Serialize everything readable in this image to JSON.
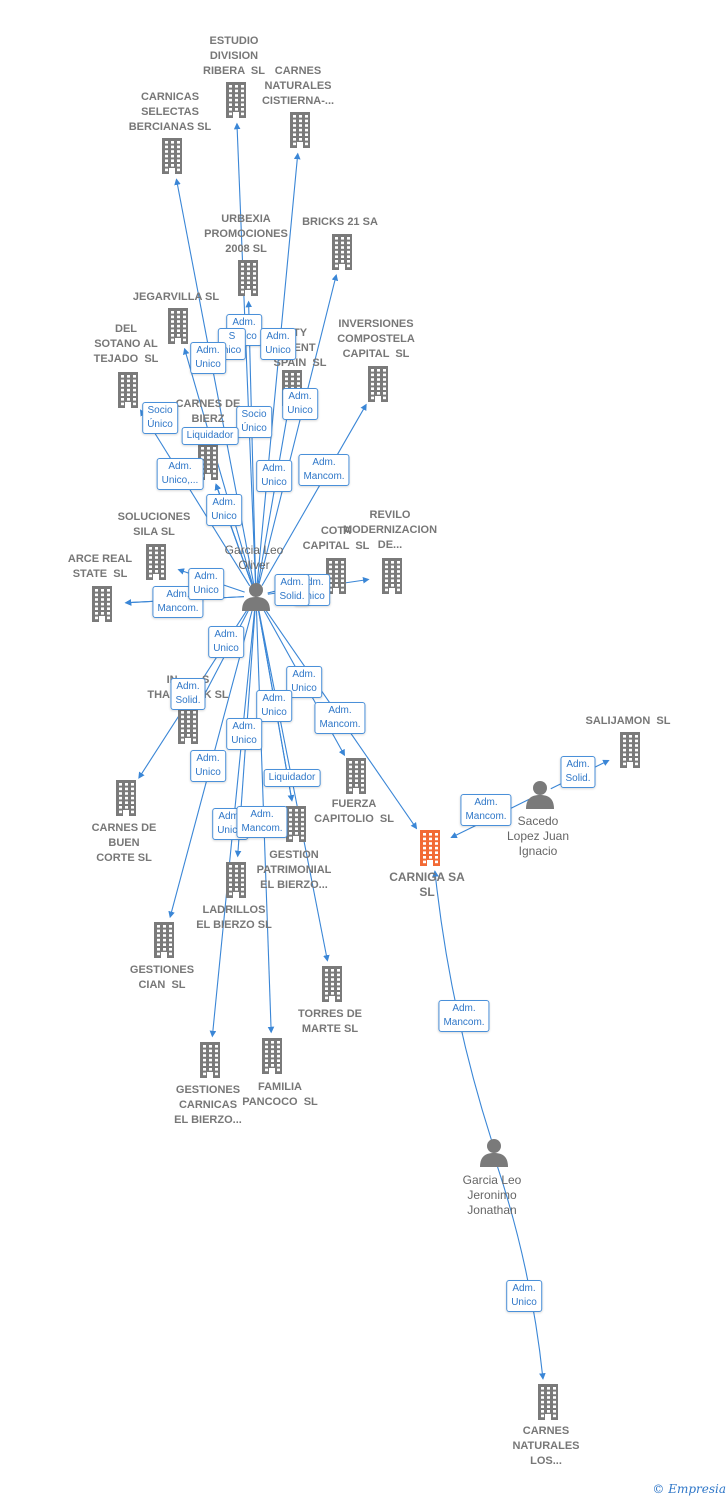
{
  "companies": [
    {
      "id": "estudio",
      "label": "ESTUDIO\nDIVISION\nRIBERA  SL",
      "color": "#7a7a7a"
    },
    {
      "id": "cistierna",
      "label": "CARNES\nNATURALES\nCISTIERNA-...",
      "color": "#7a7a7a"
    },
    {
      "id": "selectas",
      "label": "CARNICAS\nSELECTAS\nBERCIANAS SL",
      "color": "#7a7a7a"
    },
    {
      "id": "urbexia",
      "label": "URBEXIA\nPROMOCIONES\n2008 SL",
      "color": "#7a7a7a"
    },
    {
      "id": "bricks",
      "label": "BRICKS 21 SA",
      "color": "#7a7a7a"
    },
    {
      "id": "jegarvilla",
      "label": "JEGARVILLA SL",
      "color": "#7a7a7a"
    },
    {
      "id": "sotano",
      "label": "DEL\nSOTANO AL\nTEJADO  SL",
      "color": "#7a7a7a"
    },
    {
      "id": "compostela",
      "label": "INVERSIONES\nCOMPOSTELA\nCAPITAL  SL",
      "color": "#7a7a7a"
    },
    {
      "id": "property",
      "label": "TY\nMENT\nSPAIN  SL",
      "color": "#7a7a7a"
    },
    {
      "id": "bierzo",
      "label": "CARNES DE\nBIERZ",
      "color": "#7a7a7a"
    },
    {
      "id": "soluciones",
      "label": "SOLUCIONES\nSILA SL",
      "color": "#7a7a7a"
    },
    {
      "id": "arce",
      "label": "ARCE REAL\nSTATE  SL",
      "color": "#7a7a7a"
    },
    {
      "id": "cota",
      "label": "COTA\nCAPITAL  SL",
      "color": "#7a7a7a"
    },
    {
      "id": "revilo",
      "label": "REVILO\nMODERNIZACION\nDE...",
      "color": "#7a7a7a"
    },
    {
      "id": "thames",
      "label": "IN        S\nTHAM        K SL",
      "color": "#7a7a7a"
    },
    {
      "id": "salijamon",
      "label": "SALIJAMON  SL",
      "color": "#7a7a7a"
    },
    {
      "id": "buencorte",
      "label": "CARNES DE\nBUEN\nCORTE SL",
      "color": "#7a7a7a"
    },
    {
      "id": "fuerza",
      "label": "FUERZA\nCAPITOLIO  SL",
      "color": "#7a7a7a"
    },
    {
      "id": "carniga",
      "label": "CARNIGA SA\nSL",
      "color": "#f26a35"
    },
    {
      "id": "gestion",
      "label": "GESTION\nPATRIMONIAL\nEL BIERZO...",
      "color": "#7a7a7a"
    },
    {
      "id": "ladrillos",
      "label": "LADRILLOS\nEL BIERZO SL",
      "color": "#7a7a7a"
    },
    {
      "id": "cian",
      "label": "GESTIONES\nCIAN  SL",
      "color": "#7a7a7a"
    },
    {
      "id": "torres",
      "label": "TORRES DE\nMARTE SL",
      "color": "#7a7a7a"
    },
    {
      "id": "carnicas",
      "label": "GESTIONES\nCARNICAS\nEL BIERZO...",
      "color": "#7a7a7a"
    },
    {
      "id": "pancoco",
      "label": "FAMILIA\nPANCOCO  SL",
      "color": "#7a7a7a"
    },
    {
      "id": "los",
      "label": "CARNES\nNATURALES\nLOS...",
      "color": "#7a7a7a"
    }
  ],
  "persons": [
    {
      "id": "oliver",
      "label": "Garcia Leo\nOliver"
    },
    {
      "id": "sacedo",
      "label": "Sacedo\nLopez Juan\nIgnacio"
    },
    {
      "id": "jonathan",
      "label": "Garcia Leo\nJeronimo\nJonathan"
    }
  ],
  "relations": [
    {
      "label": "Adm.\nUnico"
    },
    {
      "label": "S\nnico"
    },
    {
      "label": "Adm.\nUnico"
    },
    {
      "label": "Adm.\nUnico"
    },
    {
      "label": "Adm.\nUnico"
    },
    {
      "label": "Socio\nÚnico"
    },
    {
      "label": "Socio\nÚnico"
    },
    {
      "label": "Liquidador"
    },
    {
      "label": "Adm.\nUnico,..."
    },
    {
      "label": "Adm.\nUnico"
    },
    {
      "label": "Adm.\nMancom."
    },
    {
      "label": "Adm.\nUnico"
    },
    {
      "label": "Adm.\nUnico"
    },
    {
      "label": "Adm.\nMancom."
    },
    {
      "label": "Adm.\nSolid."
    },
    {
      "label": "Adm.\nUnico"
    },
    {
      "label": "Adm.\nUnico"
    },
    {
      "label": "Adm.\nSolid."
    },
    {
      "label": "Adm.\nUnico"
    },
    {
      "label": "Adm.\nUnico"
    },
    {
      "label": "Adm.\nMancom."
    },
    {
      "label": "Adm.\nUnico"
    },
    {
      "label": "Adm.\nUnico"
    },
    {
      "label": "Liquidador"
    },
    {
      "label": "Adm.\nUnico"
    },
    {
      "label": "Adm.\nMancom."
    },
    {
      "label": "Adm.\nMancom."
    },
    {
      "label": "Adm.\nSolid."
    },
    {
      "label": "Adm.\nMancom."
    },
    {
      "label": "Adm.\nUnico"
    }
  ],
  "brand": {
    "copyright": "©",
    "name": "Empresia"
  }
}
